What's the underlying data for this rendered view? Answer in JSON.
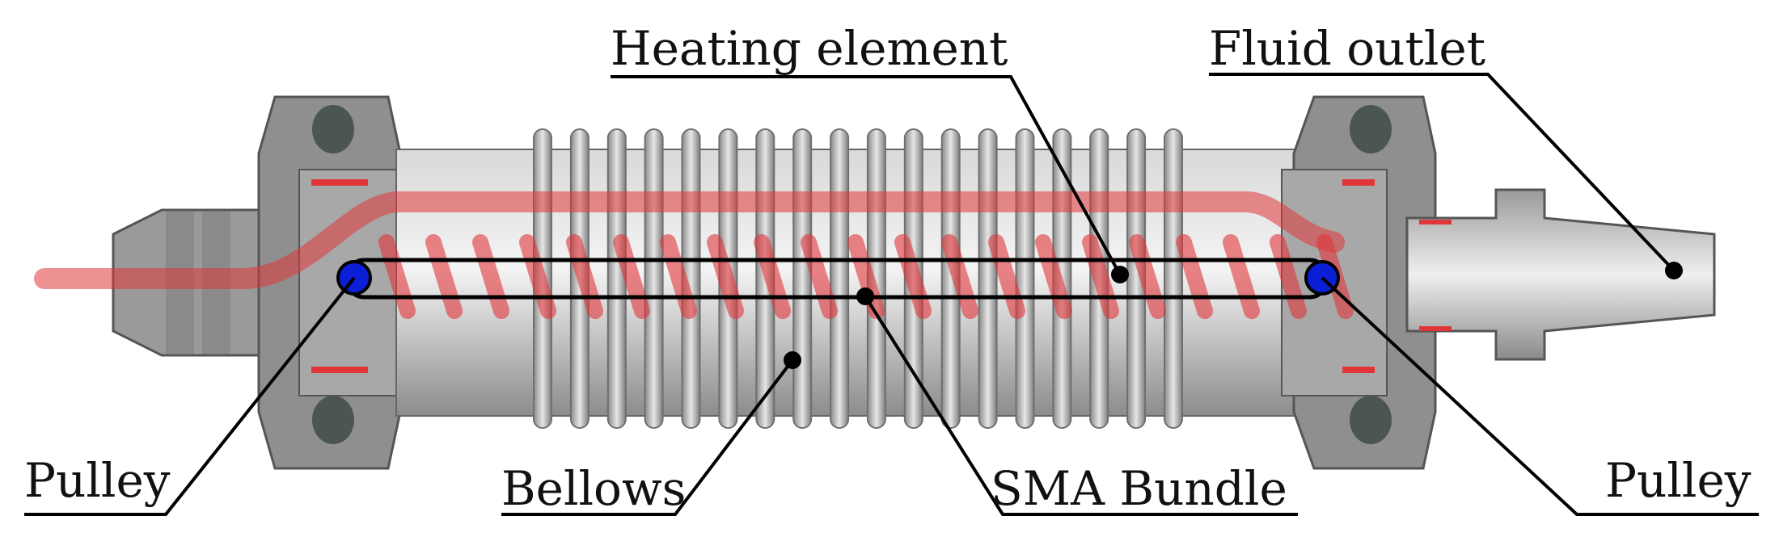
{
  "labels": {
    "heating_element": "Heating element",
    "fluid_outlet": "Fluid outlet",
    "pulley_left": "Pulley",
    "pulley_right": "Pulley",
    "bellows": "Bellows",
    "sma_bundle": "SMA Bundle"
  },
  "colors": {
    "housing": "#7a7a7a",
    "housing_dark": "#555555",
    "bellows_fin": "#a9a9a9",
    "heating_element": "#e0363a",
    "pulley": "#0a1fd6",
    "seal": "#4b5553",
    "leader": "#000000"
  },
  "bellows": {
    "fin_count": 18
  },
  "heating_coil": {
    "turn_count": 21
  }
}
